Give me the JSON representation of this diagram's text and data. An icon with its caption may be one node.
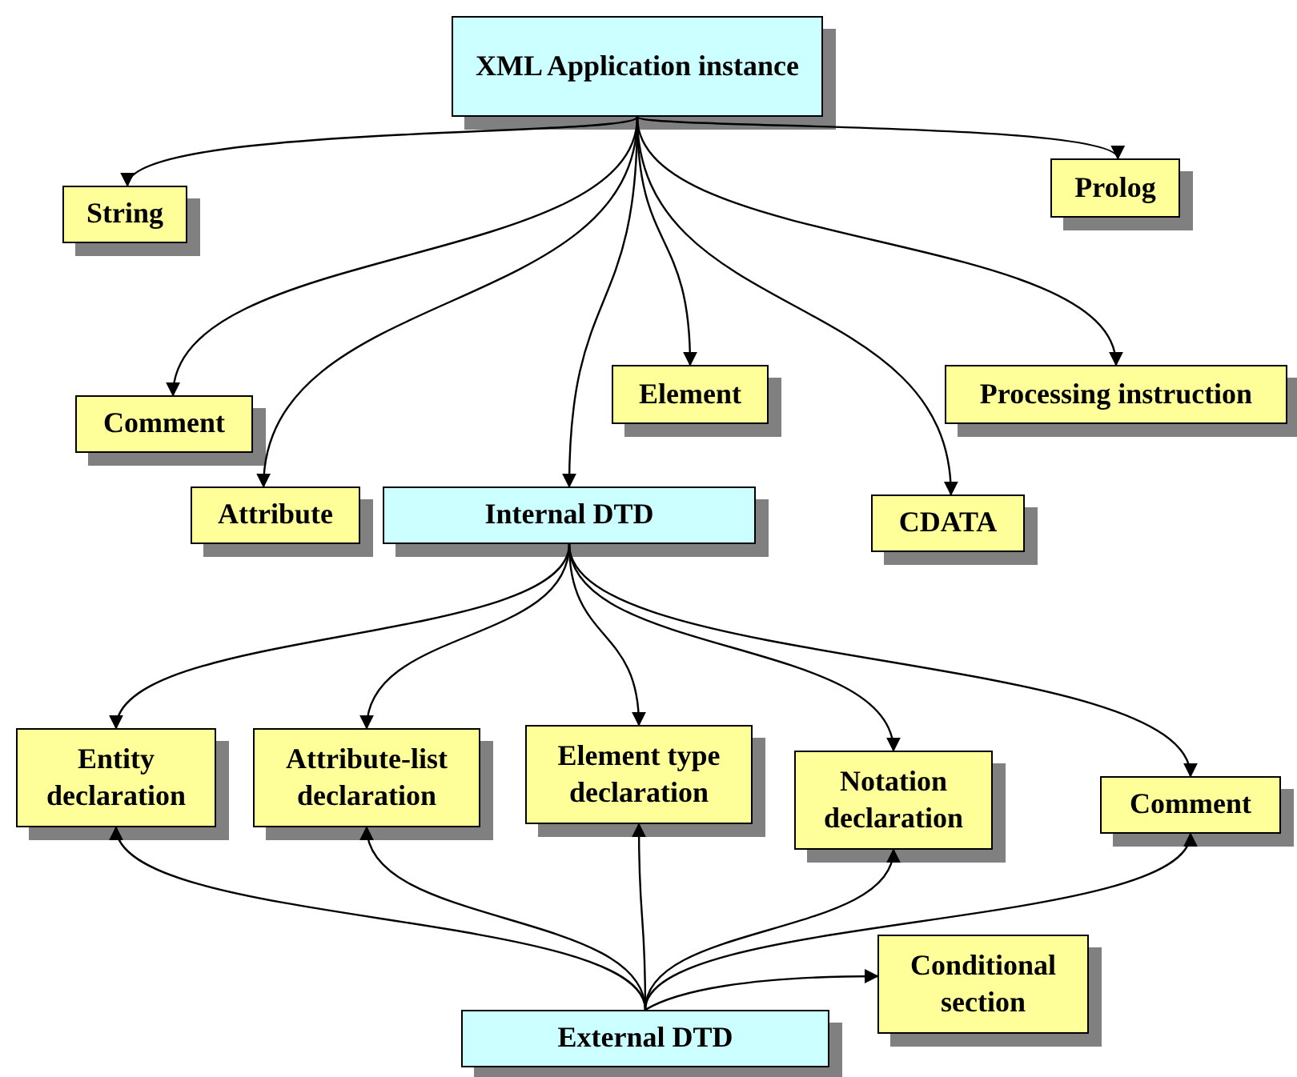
{
  "diagram": {
    "nodes": [
      {
        "text": [
          "XML Application instance"
        ]
      },
      {
        "text": [
          "String"
        ]
      },
      {
        "text": [
          "Prolog"
        ]
      },
      {
        "text": [
          "Comment"
        ]
      },
      {
        "text": [
          "Element"
        ]
      },
      {
        "text": [
          "Processing instruction"
        ]
      },
      {
        "text": [
          "Attribute"
        ]
      },
      {
        "text": [
          "Internal DTD"
        ]
      },
      {
        "text": [
          "CDATA"
        ]
      },
      {
        "text": [
          "Entity declaration"
        ]
      },
      {
        "text": [
          "Attribute-list declaration"
        ]
      },
      {
        "text": [
          "Element type declaration"
        ]
      },
      {
        "text": [
          "Notation declaration"
        ]
      },
      {
        "text": [
          "Comment"
        ]
      },
      {
        "text": [
          "Conditional section"
        ]
      },
      {
        "text": [
          "External DTD"
        ]
      }
    ],
    "edges": [
      {
        "from": 0,
        "to": 1,
        "arrow": "to"
      },
      {
        "from": 0,
        "to": 2,
        "arrow": "to"
      },
      {
        "from": 0,
        "to": 3,
        "arrow": "to"
      },
      {
        "from": 0,
        "to": 6,
        "arrow": "to"
      },
      {
        "from": 0,
        "to": 7,
        "arrow": "to"
      },
      {
        "from": 0,
        "to": 4,
        "arrow": "to"
      },
      {
        "from": 0,
        "to": 8,
        "arrow": "to"
      },
      {
        "from": 0,
        "to": 5,
        "arrow": "to"
      },
      {
        "from": 7,
        "to": 9,
        "arrow": "to"
      },
      {
        "from": 7,
        "to": 10,
        "arrow": "to"
      },
      {
        "from": 7,
        "to": 11,
        "arrow": "to"
      },
      {
        "from": 7,
        "to": 12,
        "arrow": "to"
      },
      {
        "from": 7,
        "to": 13,
        "arrow": "to"
      },
      {
        "from": 15,
        "to": 9,
        "arrow": "to"
      },
      {
        "from": 15,
        "to": 10,
        "arrow": "to"
      },
      {
        "from": 15,
        "to": 11,
        "arrow": "to"
      },
      {
        "from": 15,
        "to": 12,
        "arrow": "to"
      },
      {
        "from": 15,
        "to": 13,
        "arrow": "to"
      },
      {
        "from": 15,
        "to": 14,
        "arrow": "to"
      }
    ]
  }
}
